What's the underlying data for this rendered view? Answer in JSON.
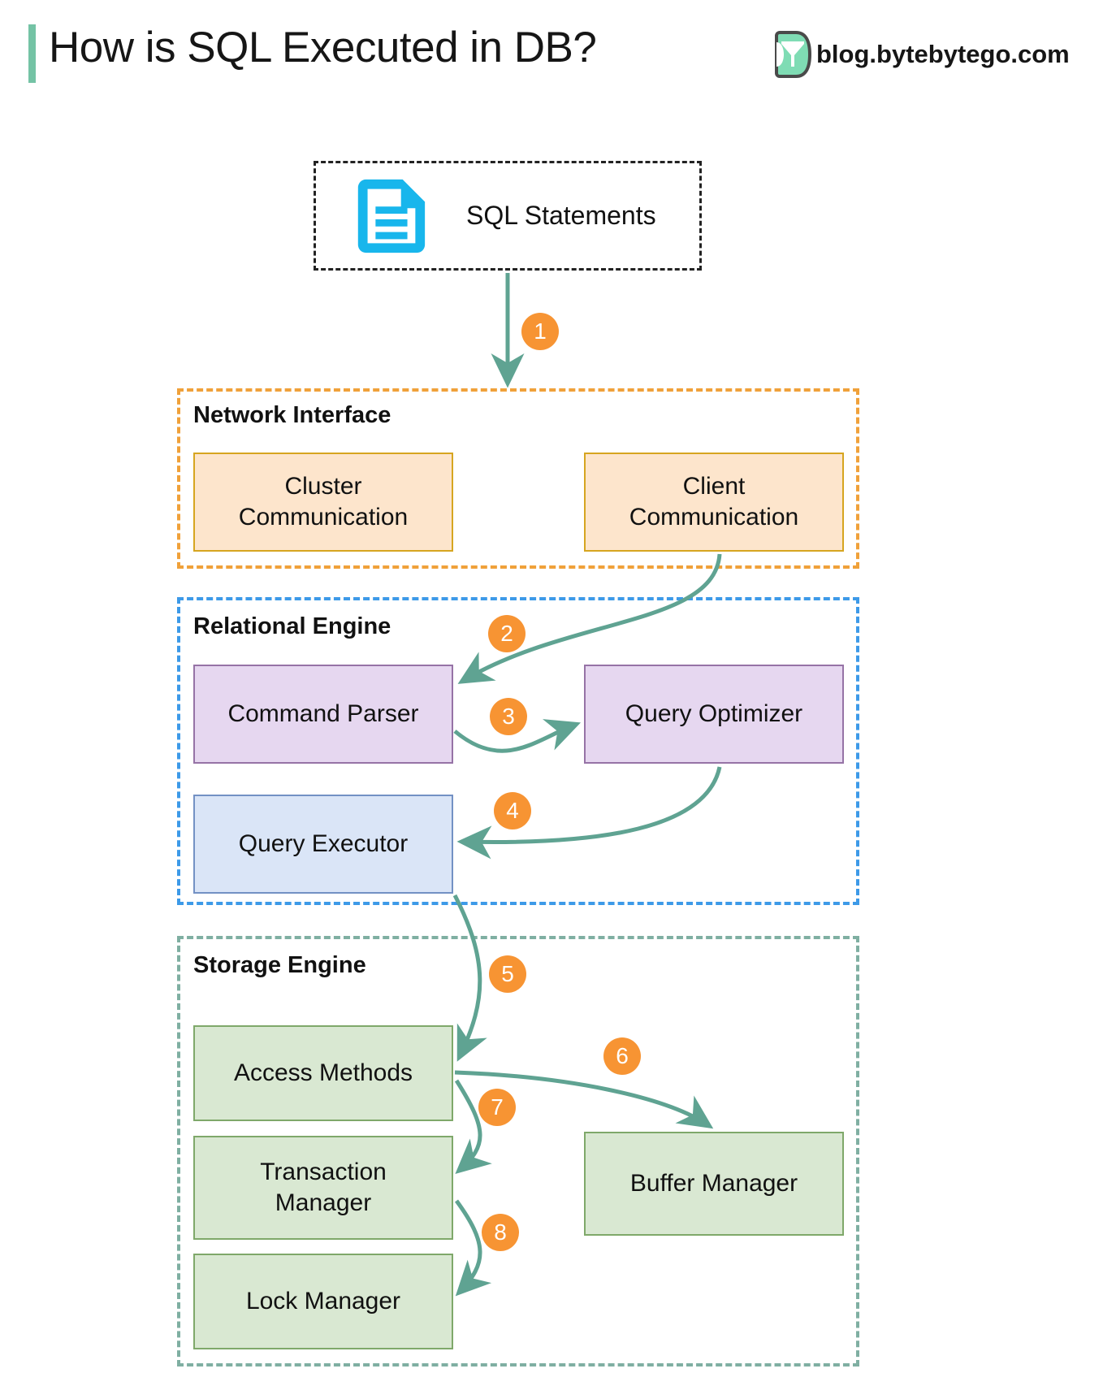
{
  "header": {
    "title": "How is SQL Executed in DB?",
    "brand": "blog.bytebytego.com",
    "accent_bar_color": "#74C3A5",
    "logo_name": "bytebytego-logo"
  },
  "source": {
    "label": "SQL Statements",
    "icon": "document-icon",
    "icon_color": "#18B6EC",
    "border_style": "dashed",
    "border_color": "#222222"
  },
  "groups": [
    {
      "id": "network-interface",
      "title": "Network Interface",
      "border_color": "#F0A13A",
      "nodes": [
        {
          "id": "cluster-communication",
          "label": "Cluster\nCommunication",
          "fill": "#FDE5CC",
          "stroke": "#D6A520"
        },
        {
          "id": "client-communication",
          "label": "Client\nCommunication",
          "fill": "#FDE5CC",
          "stroke": "#D6A520"
        }
      ]
    },
    {
      "id": "relational-engine",
      "title": "Relational Engine",
      "border_color": "#3D9AE8",
      "nodes": [
        {
          "id": "command-parser",
          "label": "Command Parser",
          "fill": "#E6D7F0",
          "stroke": "#9673A6"
        },
        {
          "id": "query-optimizer",
          "label": "Query Optimizer",
          "fill": "#E6D7F0",
          "stroke": "#9673A6"
        },
        {
          "id": "query-executor",
          "label": "Query Executor",
          "fill": "#DAE5F7",
          "stroke": "#7391C4"
        }
      ]
    },
    {
      "id": "storage-engine",
      "title": "Storage Engine",
      "border_color": "#7FAFA2",
      "nodes": [
        {
          "id": "access-methods",
          "label": "Access Methods",
          "fill": "#D9E8D2",
          "stroke": "#7FA86A"
        },
        {
          "id": "transaction-manager",
          "label": "Transaction\nManager",
          "fill": "#D9E8D2",
          "stroke": "#7FA86A"
        },
        {
          "id": "lock-manager",
          "label": "Lock Manager",
          "fill": "#D9E8D2",
          "stroke": "#7FA86A"
        },
        {
          "id": "buffer-manager",
          "label": "Buffer Manager",
          "fill": "#D9E8D2",
          "stroke": "#7FA86A"
        }
      ]
    }
  ],
  "labels": {
    "cluster_communication": "Cluster\nCommunication",
    "client_communication": "Client\nCommunication",
    "command_parser": "Command Parser",
    "query_optimizer": "Query Optimizer",
    "query_executor": "Query Executor",
    "access_methods": "Access Methods",
    "transaction_manager": "Transaction\nManager",
    "lock_manager": "Lock Manager",
    "buffer_manager": "Buffer Manager",
    "network_interface": "Network Interface",
    "relational_engine": "Relational Engine",
    "storage_engine": "Storage Engine"
  },
  "steps": [
    {
      "n": "1",
      "from": "sql-statements",
      "to": "network-interface"
    },
    {
      "n": "2",
      "from": "client-communication",
      "to": "command-parser"
    },
    {
      "n": "3",
      "from": "command-parser",
      "to": "query-optimizer"
    },
    {
      "n": "4",
      "from": "query-optimizer",
      "to": "query-executor"
    },
    {
      "n": "5",
      "from": "query-executor",
      "to": "access-methods"
    },
    {
      "n": "6",
      "from": "access-methods",
      "to": "buffer-manager"
    },
    {
      "n": "7",
      "from": "access-methods",
      "to": "transaction-manager"
    },
    {
      "n": "8",
      "from": "transaction-manager",
      "to": "lock-manager"
    }
  ],
  "step_badge_color": "#F79433",
  "arrow_color": "#5FA392"
}
